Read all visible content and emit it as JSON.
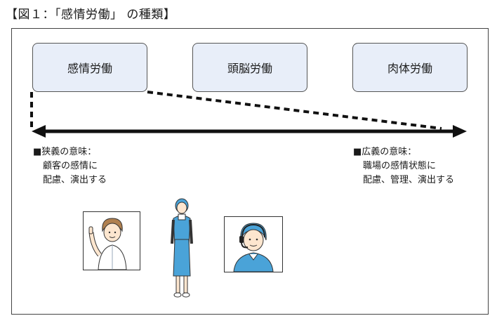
{
  "title": "【図１：「感情労働」 の種類】",
  "boxes": [
    "感情労働",
    "頭脳労働",
    "肉体労働"
  ],
  "narrow": {
    "heading": "■狭義の意味：",
    "line1": "顧客の感情に",
    "line2": "配慮、演出する"
  },
  "broad": {
    "heading": "■広義の意味：",
    "line1": "職場の感情状態に",
    "line2": "配慮、管理、演出する"
  },
  "colors": {
    "box_fill": "#e8eef9",
    "uniform_blue": "#4aa3d8",
    "arrow": "#111111"
  },
  "figures": [
    "nurse-illustration",
    "receptionist-illustration",
    "call-center-operator-illustration"
  ]
}
